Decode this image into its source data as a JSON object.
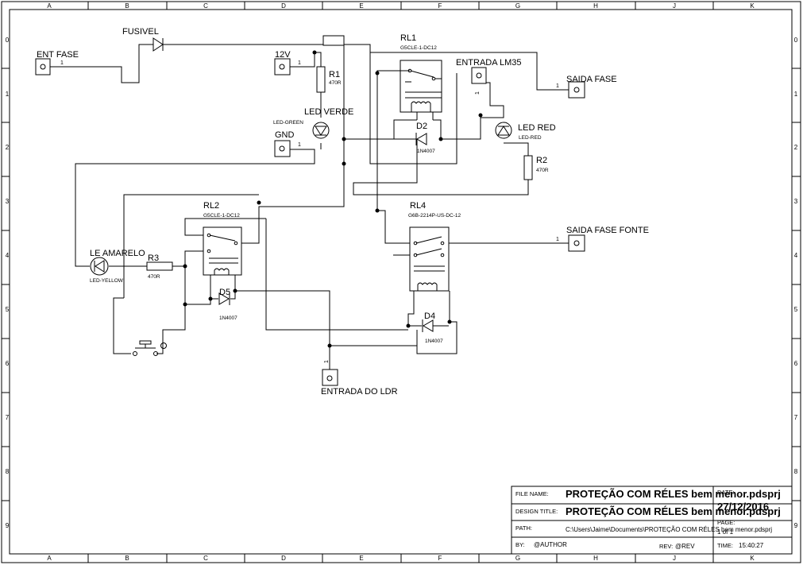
{
  "sheet": {
    "col_letters": [
      "A",
      "B",
      "C",
      "D",
      "E",
      "F",
      "G",
      "H",
      "J",
      "K"
    ],
    "row_numbers": [
      "0",
      "1",
      "2",
      "3",
      "4",
      "5",
      "6",
      "7",
      "8",
      "9"
    ]
  },
  "labels": {
    "ent_fase": "ENT FASE",
    "fusivel": "FUSIVEL",
    "v12": "12V",
    "gnd": "GND",
    "r1": "R1",
    "r1_val": "470R",
    "led_verde": "LED VERDE",
    "led_green": "LED-GREEN",
    "rl1": "RL1",
    "rl1_part": "G5CLE-1-DC12",
    "entrada_lm35": "ENTRADA LM35",
    "saida_fase": "SAIDA FASE",
    "d2": "D2",
    "d2_part": "1N4007",
    "led_red": "LED RED",
    "led_red_part": "LED-RED",
    "r2": "R2",
    "r2_val": "470R",
    "rl2": "RL2",
    "rl2_part": "G5CLE-1-DC12",
    "rl4": "RL4",
    "rl4_part": "G6B-2214P-US-DC-12",
    "saida_fase_fonte": "SAIDA FASE FONTE",
    "le_amarelo": "LE AMARELO",
    "led_yellow": "LED-YELLOW",
    "r3": "R3",
    "r3_val": "470R",
    "d5": "D5",
    "d5_part": "1N4007",
    "d4": "D4",
    "d4_part": "1N4007",
    "entrada_ldr": "ENTRADA DO LDR",
    "pin1": "1"
  },
  "title_block": {
    "file_name_label": "FILE NAME:",
    "file_name": "PROTEÇÃO COM RÉLES bem menor.pdsprj",
    "design_title_label": "DESIGN TITLE:",
    "design_title": "PROTEÇÃO COM RÉLES bem menor.pdsprj",
    "path_label": "PATH:",
    "path": "C:\\Users\\Jaime\\Documents\\PROTEÇÃO COM RÉLES bem menor.pdsprj",
    "by_label": "BY:",
    "by": "@AUTHOR",
    "rev_label": "REV:",
    "rev": "@REV",
    "date_label": "DATE:",
    "date": "27/12/2016",
    "page_label": "PAGE:",
    "page": "1 of 1",
    "time_label": "TIME:",
    "time": "15:40:27"
  }
}
